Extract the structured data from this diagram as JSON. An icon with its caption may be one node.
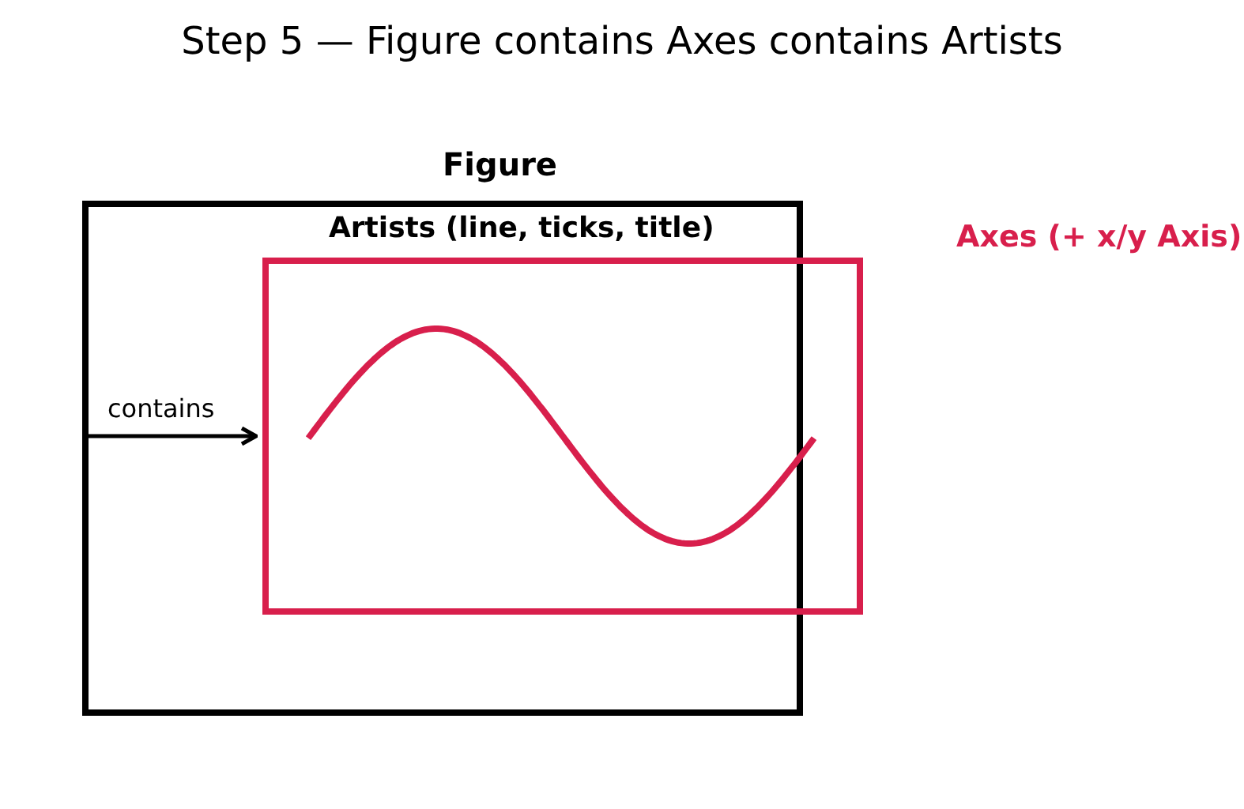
{
  "diagram": {
    "title": "Step 5 — Figure contains Axes contains Artists",
    "nodes": [
      {
        "text": [
          "Figure"
        ]
      },
      {
        "text": [
          "Axes (+ x/y Axis)"
        ]
      }
    ],
    "edges": [
      {
        "from": 0,
        "to": 1,
        "arrow": "to",
        "label": "contains"
      }
    ],
    "labels": [
      "Artists (line, ticks, title)"
    ]
  }
}
